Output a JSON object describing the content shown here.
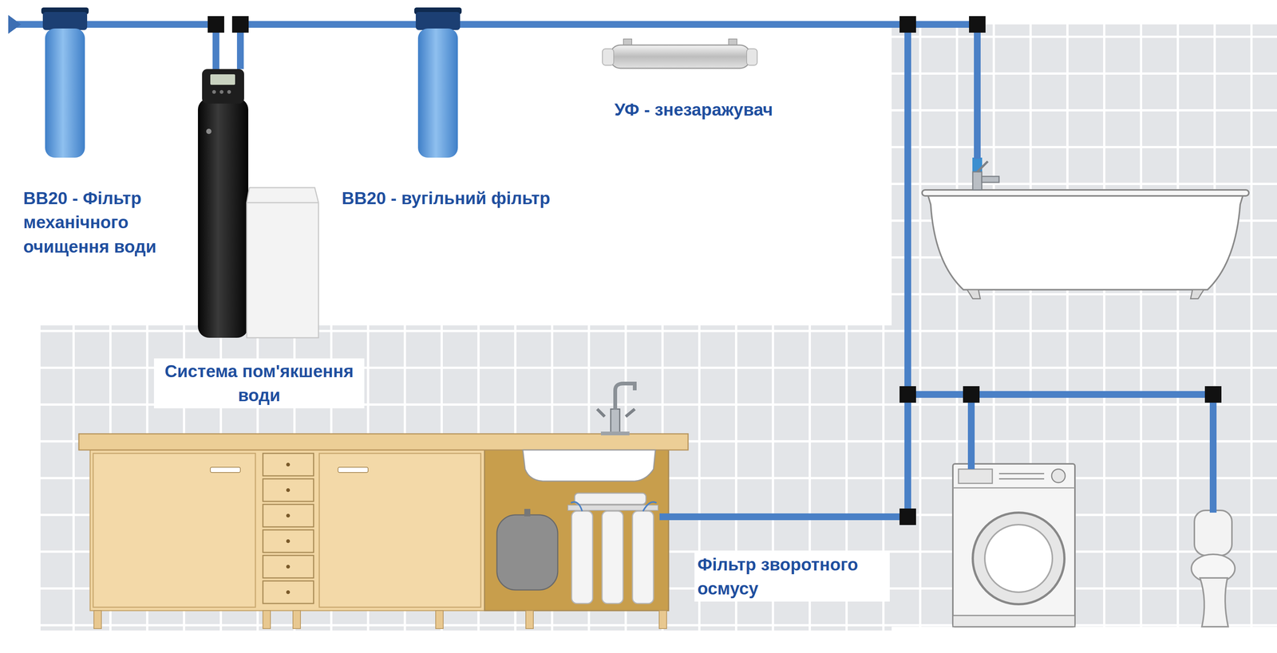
{
  "diagram": {
    "nodes": [
      {
        "text": [
          "BB20 - Фільтр механічного очищення води"
        ]
      },
      {
        "text": [
          "Система пом'якшення води"
        ]
      },
      {
        "text": [
          "BB20 - вугільний фільтр"
        ]
      },
      {
        "text": [
          "УФ - знезаражувач"
        ]
      },
      {
        "text": [
          "Фільтр зворотного осмусу"
        ]
      }
    ],
    "edges": [
      {
        "from": 0,
        "to": 1,
        "arrow": "none"
      },
      {
        "from": 1,
        "to": 2,
        "arrow": "none"
      },
      {
        "from": 2,
        "to": 3,
        "arrow": "none"
      },
      {
        "from": 3,
        "to": 4,
        "arrow": "none"
      }
    ]
  }
}
